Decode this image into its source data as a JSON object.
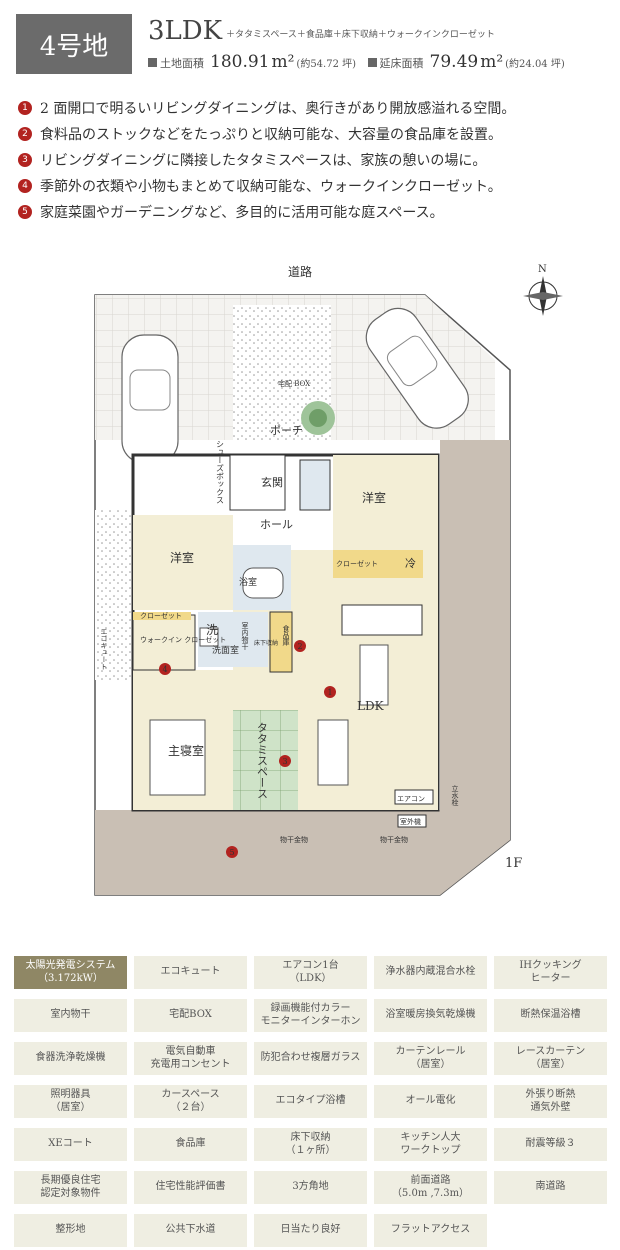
{
  "header": {
    "lot_label": "4号地",
    "plan_type": "3LDK",
    "plan_extras": "＋タタミスペース＋食品庫＋床下収納＋ウォークインクローゼット",
    "land_area_label": "土地面積",
    "land_area_value": "180.91",
    "land_area_unit": "m²",
    "land_area_tsubo": "(約54.72 坪)",
    "floor_area_label": "延床面積",
    "floor_area_value": "79.49",
    "floor_area_unit": "m²",
    "floor_area_tsubo": "(約24.04 坪)"
  },
  "features": [
    {
      "num": "1",
      "text": "2 面開口で明るいリビングダイニングは、奥行きがあり開放感溢れる空間。"
    },
    {
      "num": "2",
      "text": "食料品のストックなどをたっぷりと収納可能な、大容量の食品庫を設置。"
    },
    {
      "num": "3",
      "text": "リビングダイニングに隣接したタタミスペースは、家族の憩いの場に。"
    },
    {
      "num": "4",
      "text": "季節外の衣類や小物もまとめて収納可能な、ウォークインクローゼット。"
    },
    {
      "num": "5",
      "text": "家庭菜園やガーデニングなど、多目的に活用可能な庭スペース。"
    }
  ],
  "plan": {
    "road": "道路",
    "compass": "N",
    "floor": "1F",
    "rooms": {
      "porch": "ポーチ",
      "entrance": "玄関",
      "hall": "ホール",
      "shoebox": "シューズボックス",
      "delivery_box": "宅配\nBOX",
      "western_room": "洋室",
      "bath": "浴室",
      "wash": "洗",
      "washroom": "洗面室",
      "laundry": "室内物干",
      "pantry": "食品庫",
      "underfloor": "床下収納",
      "closet": "クローゼット",
      "walk_in": "ウォークイン\nクローゼット",
      "master": "主寝室",
      "tatami": "タタミスペース",
      "ldk": "LDK",
      "fridge": "冷",
      "ecocute": "エコキュート",
      "aircon": "エアコン",
      "outdoor_unit": "室外機",
      "faucet": "立水栓",
      "clothes_pole": "物干金物"
    }
  },
  "equipment": [
    {
      "label": "太陽光発電システム\n（3.172kW）",
      "active": true
    },
    {
      "label": "エコキュート",
      "active": false
    },
    {
      "label": "エアコン1台\n（LDK）",
      "active": false
    },
    {
      "label": "浄水器内蔵混合水栓",
      "active": false
    },
    {
      "label": "IHクッキング\nヒーター",
      "active": false
    },
    {
      "label": "室内物干",
      "active": false
    },
    {
      "label": "宅配BOX",
      "active": false
    },
    {
      "label": "録画機能付カラー\nモニターインターホン",
      "active": false
    },
    {
      "label": "浴室暖房換気乾燥機",
      "active": false
    },
    {
      "label": "断熱保温浴槽",
      "active": false
    },
    {
      "label": "食器洗浄乾燥機",
      "active": false
    },
    {
      "label": "電気自動車\n充電用コンセント",
      "active": false
    },
    {
      "label": "防犯合わせ複層ガラス",
      "active": false
    },
    {
      "label": "カーテンレール\n（居室）",
      "active": false
    },
    {
      "label": "レースカーテン\n（居室）",
      "active": false
    },
    {
      "label": "照明器具\n（居室）",
      "active": false
    },
    {
      "label": "カースペース\n（２台）",
      "active": false
    },
    {
      "label": "エコタイプ浴槽",
      "active": false
    },
    {
      "label": "オール電化",
      "active": false
    },
    {
      "label": "外張り断熱\n通気外壁",
      "active": false
    },
    {
      "label": "XEコート",
      "active": false
    },
    {
      "label": "食品庫",
      "active": false
    },
    {
      "label": "床下収納\n（１ヶ所）",
      "active": false
    },
    {
      "label": "キッチン人大\nワークトップ",
      "active": false
    },
    {
      "label": "耐震等級３",
      "active": false
    },
    {
      "label": "長期優良住宅\n認定対象物件",
      "active": false
    },
    {
      "label": "住宅性能評価書",
      "active": false
    },
    {
      "label": "3方角地",
      "active": false
    },
    {
      "label": "前面道路\n（5.0m ,7.3m）",
      "active": false
    },
    {
      "label": "南道路",
      "active": false
    },
    {
      "label": "整形地",
      "active": false
    },
    {
      "label": "公共下水道",
      "active": false
    },
    {
      "label": "日当たり良好",
      "active": false
    },
    {
      "label": "フラットアクセス",
      "active": false
    }
  ]
}
